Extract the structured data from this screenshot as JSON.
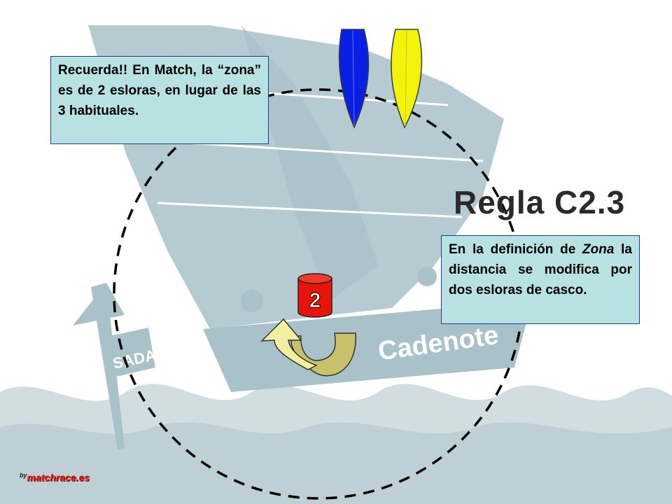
{
  "colors": {
    "background": "#ffffff",
    "sail_tint": "#a9c1c9",
    "box_fill": "#b8e2e2",
    "box_border": "#1a3f8f",
    "boat_blue": "#0a1fe6",
    "boat_yellow": "#f2f20a",
    "mark_red": "#e8140c",
    "arrow_pale": "#f2f0a0",
    "arrow_olive": "#c8c06a",
    "brand_red": "#e0241b"
  },
  "icons": {
    "sailboat_background": "sailboat-photo-icon",
    "blue_boat": "boat-hull-icon",
    "yellow_boat": "boat-hull-icon",
    "mark": "mark-buoy-icon",
    "rounding_arrow": "curved-arrow-icon"
  },
  "background_markings": {
    "flag_text": "SADA",
    "hull_text": "Cadenote"
  },
  "note": {
    "text": "Recuerda!! En Match, la “zona” es de 2 esloras, en lugar de las 3 habituales."
  },
  "rule": {
    "title": "Regla C2.3"
  },
  "definition": {
    "part1": "En la definición de ",
    "term": "Zona",
    "part2": " la distancia se modifica por dos esloras de casco."
  },
  "mark": {
    "label": "2"
  },
  "brand": {
    "by": "by",
    "site": "matchrace.es"
  }
}
